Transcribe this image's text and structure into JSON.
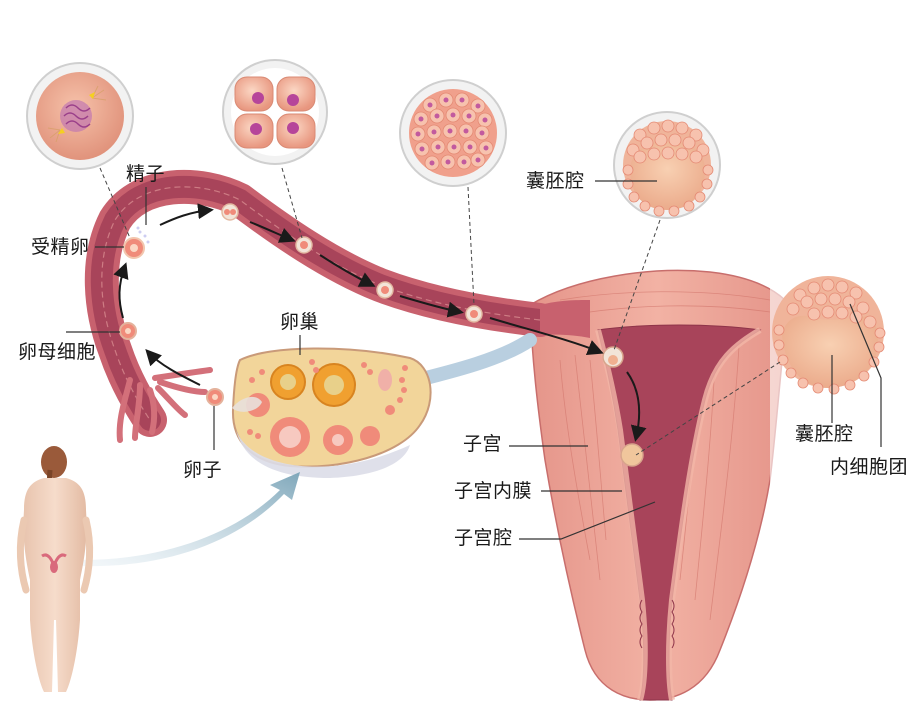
{
  "diagram": {
    "title_hidden": "Fertilization and implantation pathway",
    "colors": {
      "tube_outer": "#c8616e",
      "tube_inner": "#a8445a",
      "uterus_wall": "#e79a8f",
      "uterus_cavity": "#a8445a",
      "ovary_fill": "#f2d59a",
      "follicle": "#f08b7a",
      "corpus": "#f0a030",
      "cell_fill": "#f5c0a8",
      "nucleus": "#b6459a",
      "ligament": "#b9cfe0",
      "big_arrow": "#8fb3c4",
      "line": "#333333"
    },
    "stages": [
      {
        "id": "zygote-division",
        "name": "fertilized egg first division"
      },
      {
        "id": "four-cell",
        "name": "4-cell stage"
      },
      {
        "id": "morula",
        "name": "morula"
      },
      {
        "id": "blastocyst",
        "name": "blastocyst"
      },
      {
        "id": "blastocyst-implant",
        "name": "blastocyst (implanting)"
      }
    ],
    "labels": {
      "sperm": "精子",
      "fertilized_egg": "受精卵",
      "oocyte": "卵母细胞",
      "ovary": "卵巢",
      "ovum": "卵子",
      "blastocoel_top": "囊胚腔",
      "uterus": "子宫",
      "endometrium": "子宫内膜",
      "uterine_cavity": "子宫腔",
      "blastocoel_right": "囊胚腔",
      "inner_cell_mass": "内细胞团"
    }
  }
}
